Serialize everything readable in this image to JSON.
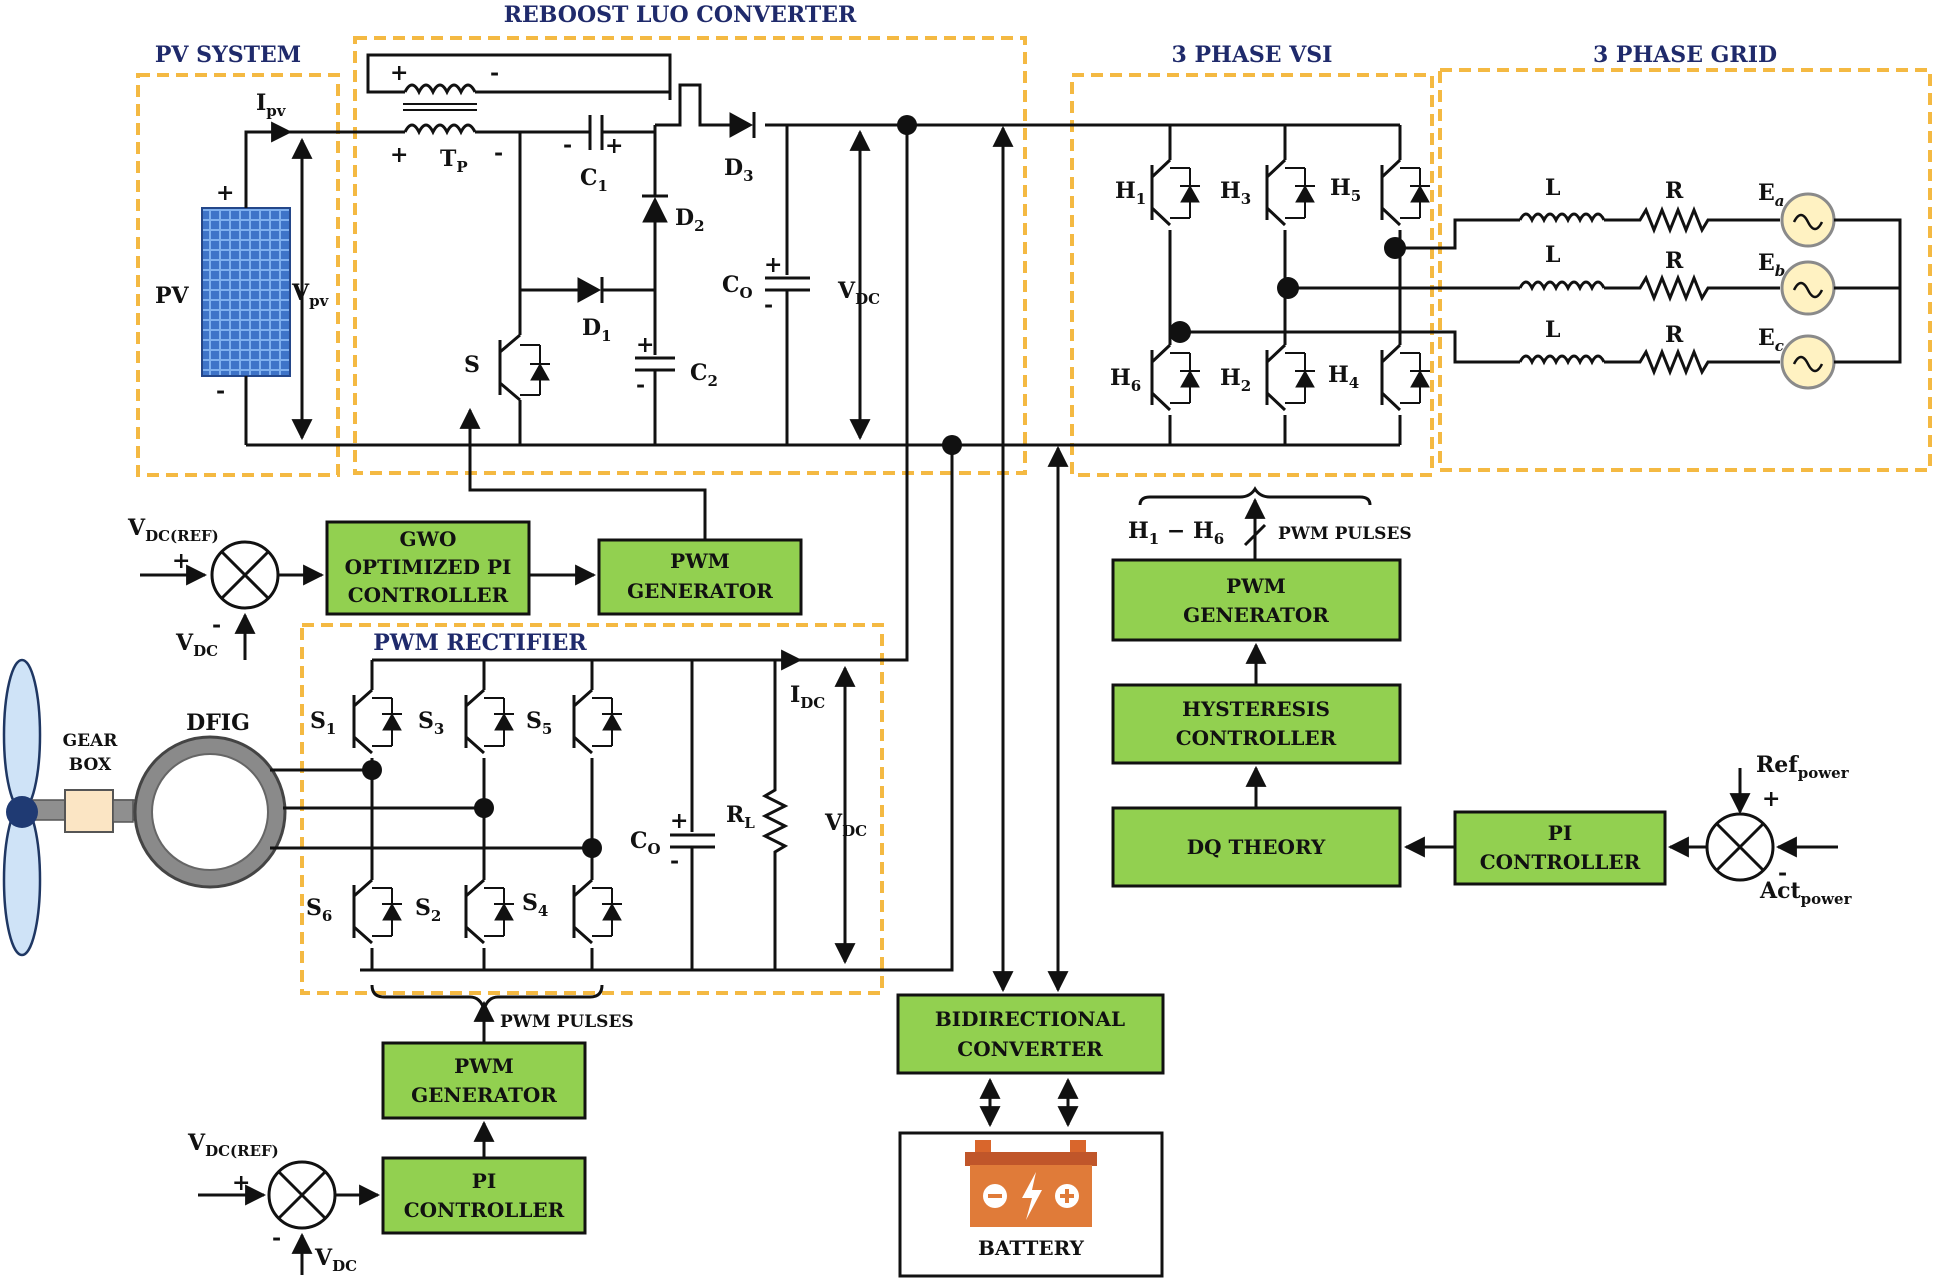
{
  "sections": {
    "reboost_luo": "REBOOST LUO CONVERTER",
    "pv_system": "PV SYSTEM",
    "vsi": "3 PHASE VSI",
    "grid": "3 PHASE GRID",
    "pwm_rectifier": "PWM RECTIFIER"
  },
  "labels": {
    "pv": "PV",
    "ipv": "I",
    "ipv_sub": "pv",
    "vpv": "V",
    "vpv_sub": "pv",
    "tp": "T",
    "tp_sub": "P",
    "c1": "C",
    "c1_sub": "1",
    "c2": "C",
    "c2_sub": "2",
    "c0_top": "C",
    "c0_top_sub": "O",
    "c0_bot": "C",
    "c0_bot_sub": "O",
    "d1": "D",
    "d1_sub": "1",
    "d2": "D",
    "d2_sub": "2",
    "d3": "D",
    "d3_sub": "3",
    "s": "S",
    "vdc_top": "V",
    "vdc_top_sub": "DC",
    "vdc_bot": "V",
    "vdc_bot_sub": "DC",
    "idc": "I",
    "idc_sub": "DC",
    "rl": "R",
    "rl_sub": "L",
    "h1": "H",
    "h1_sub": "1",
    "h3": "H",
    "h3_sub": "3",
    "h5": "H",
    "h5_sub": "5",
    "h6": "H",
    "h6_sub": "6",
    "h2": "H",
    "h2_sub": "2",
    "h4": "H",
    "h4_sub": "4",
    "s1": "S",
    "s1_sub": "1",
    "s3": "S",
    "s3_sub": "3",
    "s5": "S",
    "s5_sub": "5",
    "s6": "S",
    "s6_sub": "6",
    "s2": "S",
    "s2_sub": "2",
    "s4": "S",
    "s4_sub": "4",
    "l_a": "L",
    "l_b": "L",
    "l_c": "L",
    "r_a": "R",
    "r_b": "R",
    "r_c": "R",
    "ea": "E",
    "ea_sub": "a",
    "eb": "E",
    "eb_sub": "b",
    "ec": "E",
    "ec_sub": "c",
    "h_range": "H",
    "h_range_sub1": "1",
    "h_range_dash": " − H",
    "h_range_sub2": "6",
    "pwm_pulses_vsi": "PWM PULSES",
    "pwm_pulses_rect": "PWM PULSES",
    "vdc_ref_1": "V",
    "vdc_ref_1_sub": "DC(REF)",
    "vdc_fb_1": "V",
    "vdc_fb_1_sub": "DC",
    "vdc_ref_2": "V",
    "vdc_ref_2_sub": "DC(REF)",
    "vdc_fb_2": "V",
    "vdc_fb_2_sub": "DC",
    "ref_power": "Ref",
    "ref_power_sub": "power",
    "act_power": "Act",
    "act_power_sub": "power",
    "gear_box_1": "GEAR",
    "gear_box_2": "BOX",
    "dfig": "DFIG",
    "plus": "+",
    "minus": "-"
  },
  "blocks": {
    "gwo_pi": [
      "GWO",
      "OPTIMIZED PI",
      "CONTROLLER"
    ],
    "pwm_gen_1": [
      "PWM",
      "GENERATOR"
    ],
    "pwm_gen_vsi": [
      "PWM",
      "GENERATOR"
    ],
    "hysteresis": [
      "HYSTERESIS",
      "CONTROLLER"
    ],
    "dq_theory": [
      "DQ THEORY"
    ],
    "pi_power": [
      "PI",
      "CONTROLLER"
    ],
    "pwm_gen_rect": [
      "PWM",
      "GENERATOR"
    ],
    "pi_rect": [
      "PI",
      "CONTROLLER"
    ],
    "bidirectional": [
      "BIDIRECTIONAL",
      "CONVERTER"
    ],
    "battery": "BATTERY"
  },
  "colors": {
    "block_fill": "#92d050",
    "section_border": "#f4b942",
    "section_label": "#1f2a6b",
    "pv_panel": "#5b8fd9",
    "battery_body": "#e07b39",
    "grid_source": "#fff2c2"
  }
}
